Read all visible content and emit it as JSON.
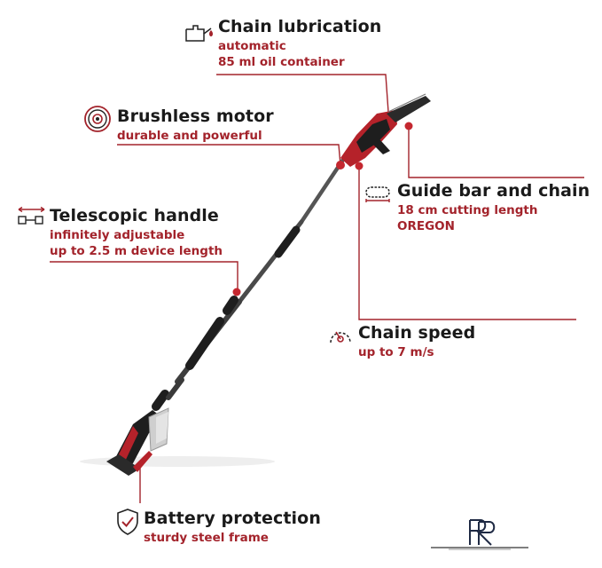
{
  "colors": {
    "accent": "#a3232b",
    "text": "#1a1a1a",
    "line": "#a3232b",
    "pole": "#4a4a4a",
    "grip": "#1e1e1e"
  },
  "features": {
    "chain_lubrication": {
      "icon": "oil-can-icon",
      "title": "Chain lubrication",
      "lines": [
        "automatic",
        "85 ml oil container"
      ]
    },
    "brushless_motor": {
      "icon": "motor-icon",
      "title": "Brushless motor",
      "lines": [
        "durable and powerful"
      ]
    },
    "guide_bar": {
      "icon": "guide-bar-icon",
      "title": "Guide bar and chain",
      "lines": [
        "18 cm cutting length",
        "OREGON"
      ]
    },
    "telescopic_handle": {
      "icon": "telescopic-icon",
      "title": "Telescopic handle",
      "lines": [
        "infinitely adjustable",
        "up to 2.5 m device length"
      ]
    },
    "chain_speed": {
      "icon": "speedometer-icon",
      "title": "Chain speed",
      "lines": [
        "up to 7 m/s"
      ]
    },
    "battery_protection": {
      "icon": "shield-check-icon",
      "title": "Battery protection",
      "lines": [
        "sturdy steel frame"
      ]
    }
  },
  "logo": {
    "icon": "brand-logo-icon"
  }
}
